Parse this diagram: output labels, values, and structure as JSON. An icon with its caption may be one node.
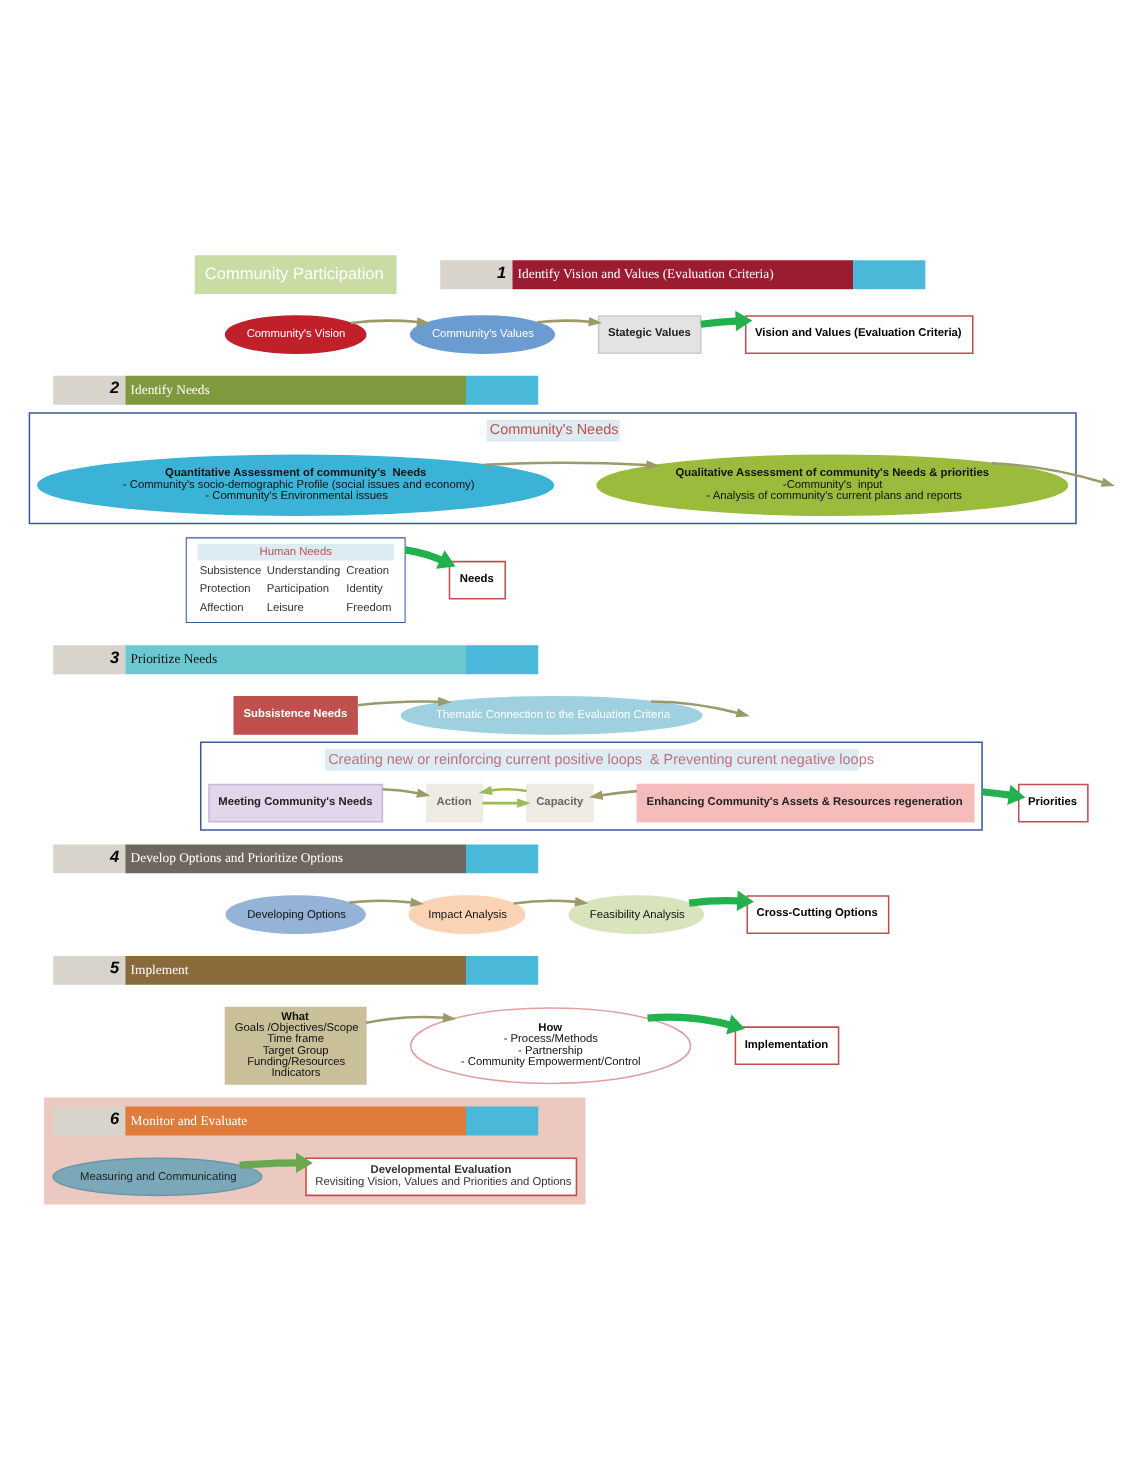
{
  "diagram": {
    "nodes": [
      {
        "text": [
          "Community Participation"
        ]
      },
      {
        "text": [
          "1",
          "Identify Vision and Values (Evaluation Criteria)"
        ]
      },
      {
        "text": [
          "Community's Vision"
        ]
      },
      {
        "text": [
          "Community's Values"
        ]
      },
      {
        "text": [
          "Stategic Values"
        ]
      },
      {
        "text": [
          "Vision and Values (Evaluation Criteria)"
        ]
      },
      {
        "text": [
          "2",
          "Identify Needs"
        ]
      },
      {
        "text": [
          "Community's Needs"
        ]
      },
      {
        "text": [
          "Quantitative Assessment of community's  Needs",
          "- Community's socio-demographic Profile (social issues and economy)",
          "- Community's Environmental issues"
        ],
        "in": 7
      },
      {
        "text": [
          "Qualitative Assessment of community's Needs & priorities",
          "-Community's  input",
          "- Analysis of community's current plans and reports"
        ],
        "in": 7
      },
      {
        "text": [
          "Human Needs",
          "Subsistence",
          "Protection",
          "Affection",
          "Understanding",
          "Participation",
          "Leisure",
          "Creation",
          "Identity",
          "Freedom"
        ]
      },
      {
        "text": [
          "Needs"
        ]
      },
      {
        "text": [
          "3",
          "Prioritize Needs"
        ]
      },
      {
        "text": [
          "Subsistence Needs"
        ]
      },
      {
        "text": [
          "Thematic Connection to the Evaluation Criteria"
        ]
      },
      {
        "text": [
          "Creating new or reinforcing current positive loops  & Preventing curent negative loops"
        ]
      },
      {
        "text": [
          "Meeting Community's Needs"
        ],
        "in": 15
      },
      {
        "text": [
          "Action"
        ],
        "in": 15
      },
      {
        "text": [
          "Capacity"
        ],
        "in": 15
      },
      {
        "text": [
          "Enhancing Community's Assets & Resources regeneration"
        ],
        "in": 15
      },
      {
        "text": [
          "Priorities"
        ]
      },
      {
        "text": [
          "4",
          "Develop Options and Prioritize Options"
        ]
      },
      {
        "text": [
          "Developing Options"
        ]
      },
      {
        "text": [
          "Impact Analysis"
        ]
      },
      {
        "text": [
          "Feasibility Analysis"
        ]
      },
      {
        "text": [
          "Cross-Cutting Options"
        ]
      },
      {
        "text": [
          "5",
          "Implement"
        ]
      },
      {
        "text": [
          "What",
          "Goals /Objectives/Scope",
          "Time frame",
          "Target Group",
          "Funding/Resources",
          "Indicators"
        ]
      },
      {
        "text": [
          "How",
          "- Process/Methods",
          "- Partnership",
          "- Community Empowerment/Control"
        ]
      },
      {
        "text": [
          "Implementation"
        ]
      },
      {
        "text": [],
        "shape": "box"
      },
      {
        "text": [
          "6",
          "Monitor and Evaluate"
        ],
        "in": 30
      },
      {
        "text": [
          "Measuring and Communicating"
        ],
        "in": 30
      },
      {
        "text": [
          "Developmental Evaluation",
          "Revisiting Vision, Values and Priorities and Options"
        ],
        "in": 30
      }
    ],
    "edges": [
      {
        "from": 2,
        "to": 3,
        "arrow": "to"
      },
      {
        "from": 3,
        "to": 4,
        "arrow": "to"
      },
      {
        "from": 4,
        "to": 5,
        "arrow": "to",
        "style": "thick",
        "color": "#22b14c"
      },
      {
        "from": 8,
        "to": 9,
        "arrow": "to"
      },
      {
        "from": 9,
        "to": null,
        "arrow": "to"
      },
      {
        "from": 10,
        "to": 11,
        "arrow": "to",
        "style": "thick",
        "color": "#22b14c"
      },
      {
        "from": 13,
        "to": 14,
        "arrow": "to"
      },
      {
        "from": 14,
        "to": null,
        "arrow": "to"
      },
      {
        "from": 16,
        "to": 17,
        "arrow": "to"
      },
      {
        "from": 17,
        "to": 18,
        "arrow": "to",
        "color": "#9bbb59"
      },
      {
        "from": 18,
        "to": 17,
        "arrow": "to",
        "color": "#9bbb59"
      },
      {
        "from": 19,
        "to": 18,
        "arrow": "to"
      },
      {
        "from": 15,
        "to": 20,
        "arrow": "to",
        "style": "thick",
        "color": "#22b14c"
      },
      {
        "from": 22,
        "to": 23,
        "arrow": "to"
      },
      {
        "from": 23,
        "to": 24,
        "arrow": "to"
      },
      {
        "from": 24,
        "to": 25,
        "arrow": "to",
        "style": "thick",
        "color": "#22b14c"
      },
      {
        "from": 27,
        "to": 28,
        "arrow": "to"
      },
      {
        "from": 28,
        "to": 29,
        "arrow": "to",
        "style": "thick",
        "color": "#22b14c"
      },
      {
        "from": 32,
        "to": 33,
        "arrow": "to",
        "style": "thick",
        "color": "#6aa84f"
      }
    ]
  }
}
